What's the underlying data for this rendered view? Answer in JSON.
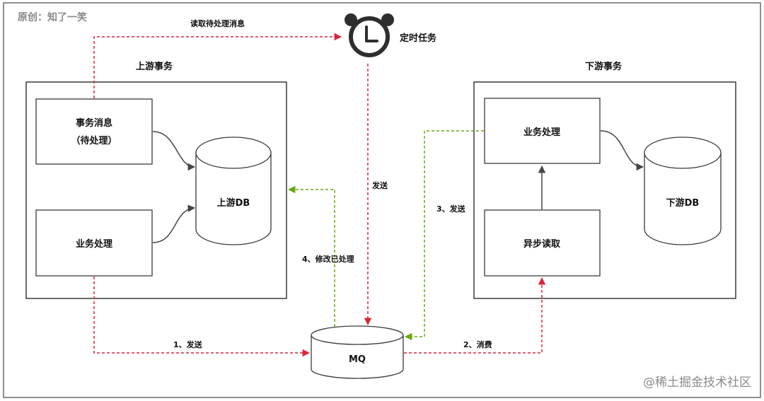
{
  "watermark_top": "原创：知了一笑",
  "watermark_bottom": "@稀土掘金技术社区",
  "timer": {
    "label": "定时任务"
  },
  "upstream": {
    "title": "上游事务",
    "message_box": {
      "line1": "事务消息",
      "line2": "（待处理）"
    },
    "business_box": "业务处理",
    "db": "上游DB"
  },
  "downstream": {
    "title": "下游事务",
    "business_box": "业务处理",
    "async_box": "异步读取",
    "db": "下游DB"
  },
  "mq": {
    "label": "MQ"
  },
  "edges": {
    "read_pending": "读取待处理消息",
    "timer_send": "发送",
    "send_1": "1、发送",
    "consume_2": "2、消费",
    "send_3": "3、发送",
    "update_4": "4、修改已处理"
  },
  "colors": {
    "red": "#d9263b",
    "green": "#6aa812",
    "border": "#3a3a3a",
    "watermark": "#8a8a8a"
  }
}
